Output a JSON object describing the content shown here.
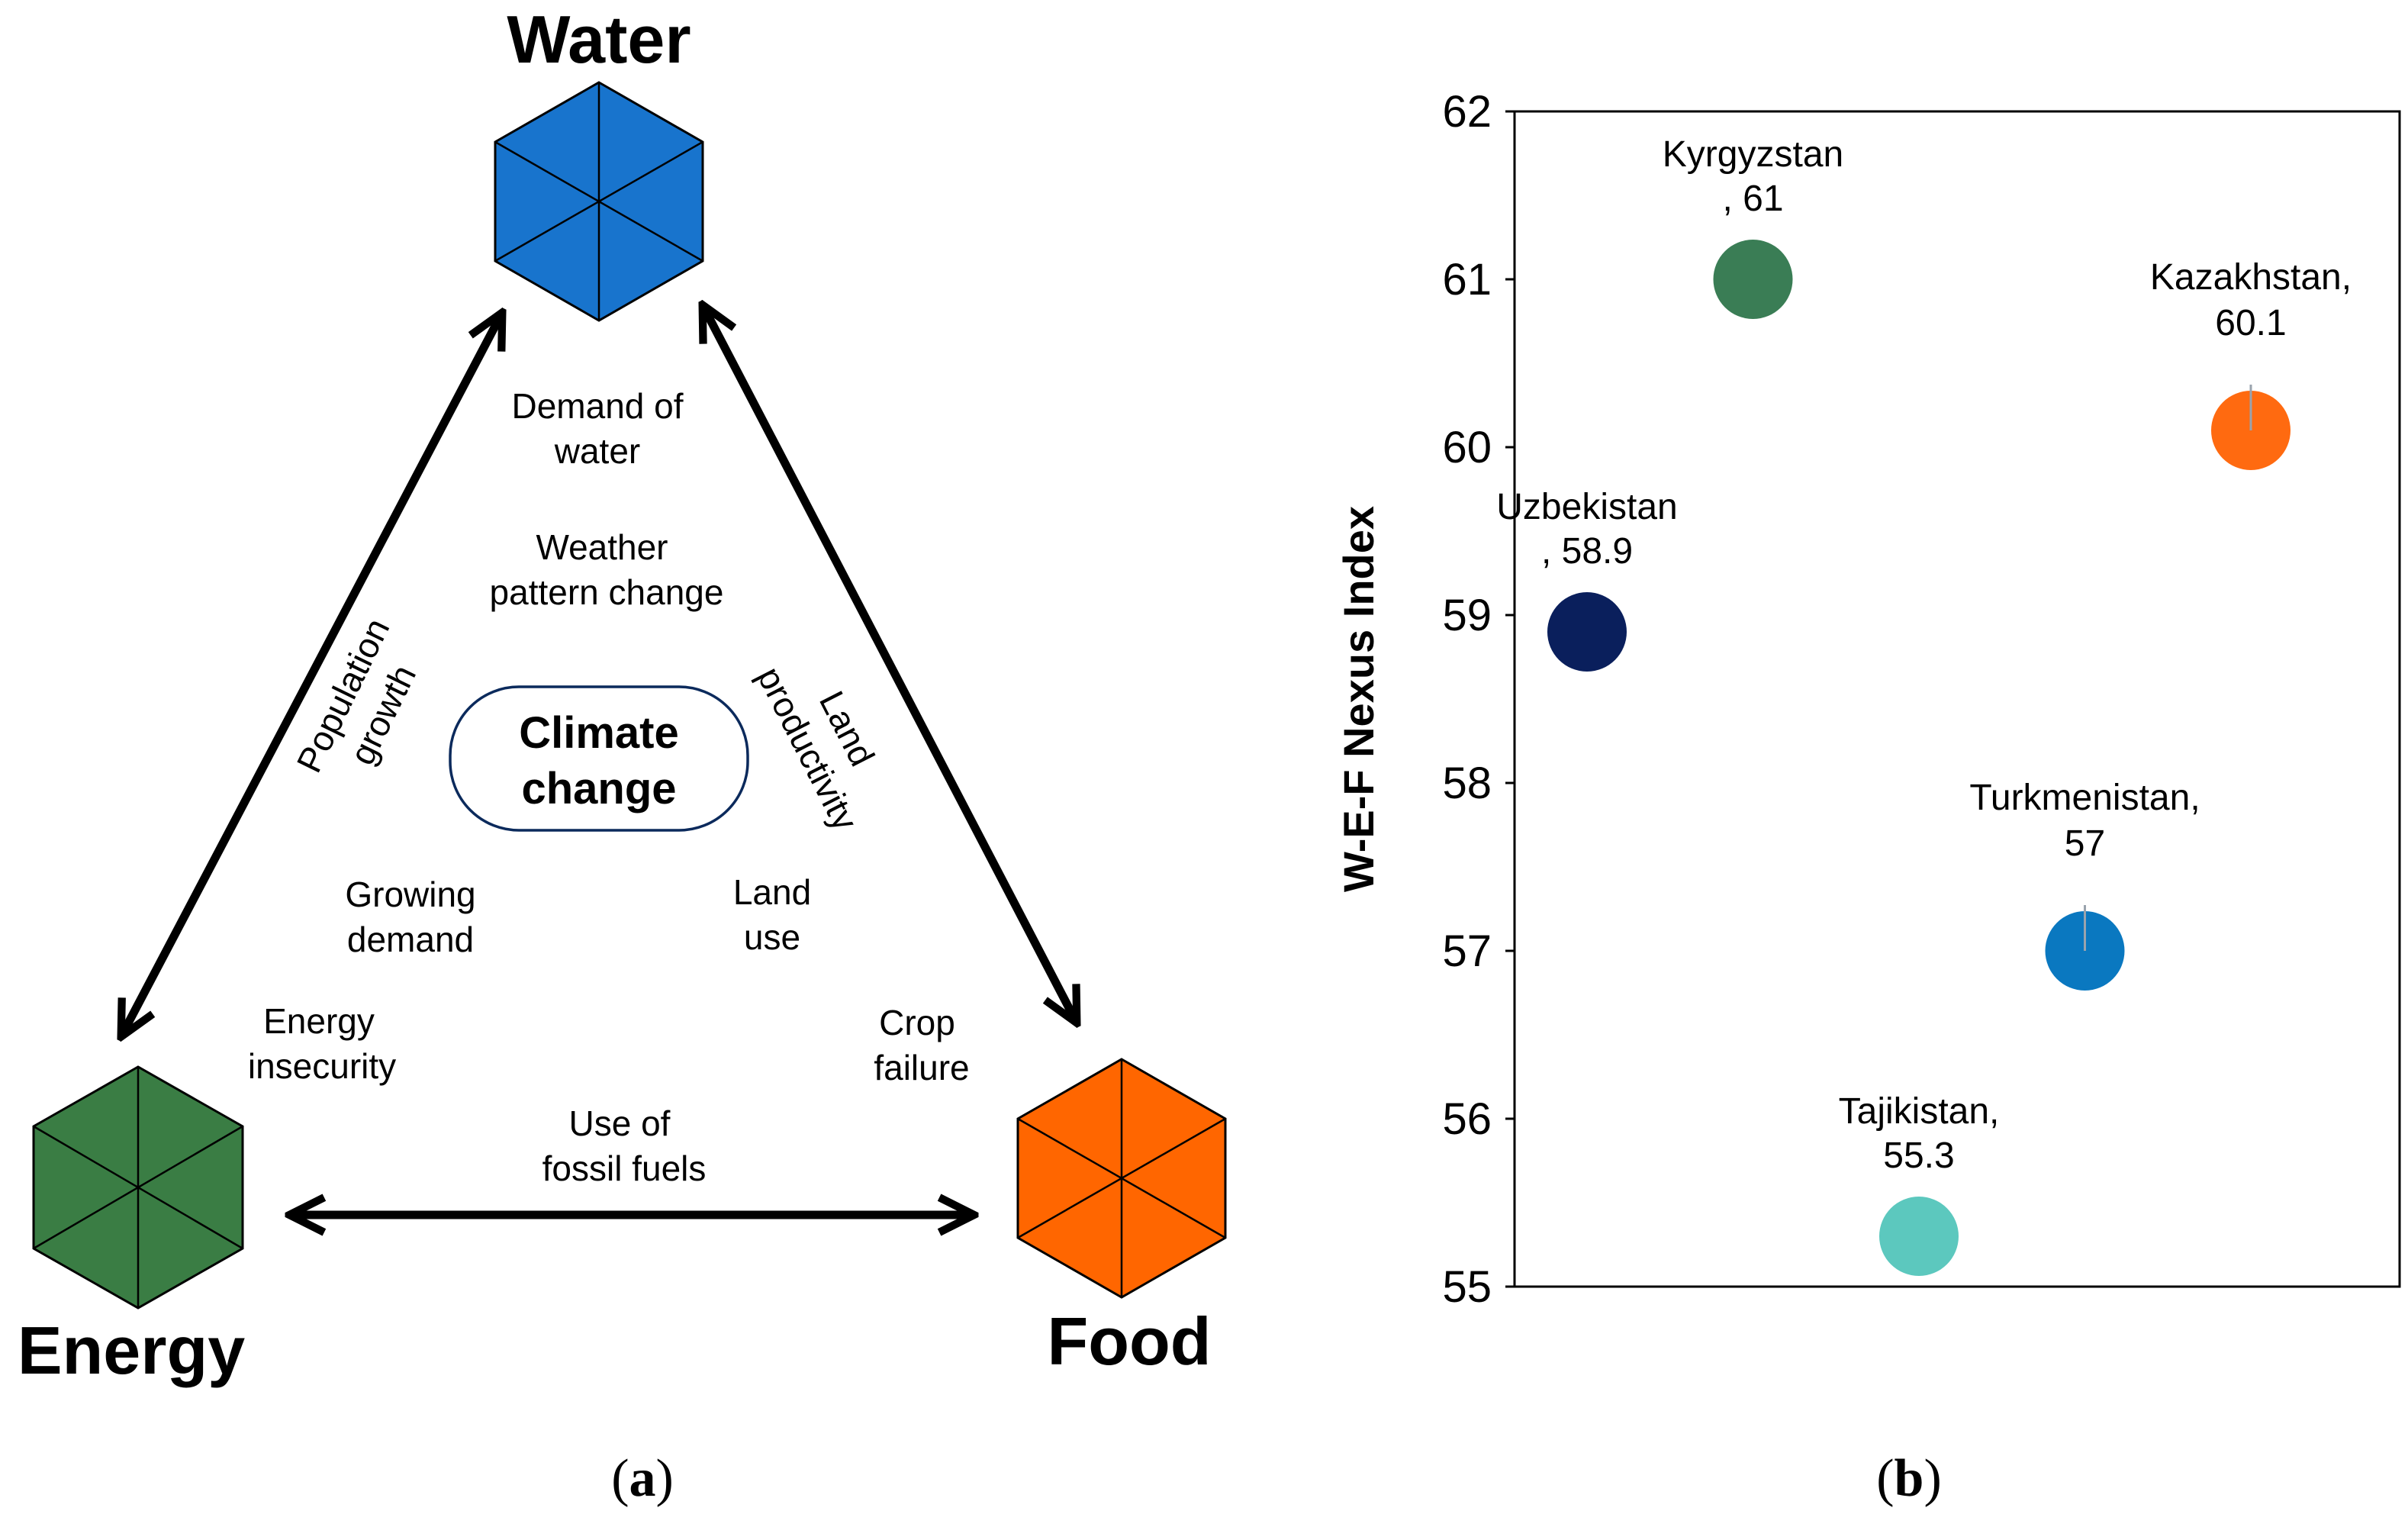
{
  "panel_a": {
    "nodes": {
      "water": {
        "label": "Water",
        "color": "#1874CD"
      },
      "energy": {
        "label": "Energy",
        "color": "#3A7D44"
      },
      "food": {
        "label": "Food",
        "color": "#FF6600"
      }
    },
    "center": {
      "line1": "Climate",
      "line2": "change"
    },
    "labels": {
      "demand_water": [
        "Demand of",
        "water"
      ],
      "weather": [
        "Weather",
        "pattern change"
      ],
      "population": [
        "Population",
        "growth"
      ],
      "land_productivity": [
        "Land",
        "productivity"
      ],
      "growing_demand": [
        "Growing",
        "demand"
      ],
      "land_use": [
        "Land",
        "use"
      ],
      "energy_insecurity": [
        "Energy",
        "insecurity"
      ],
      "crop_failure": [
        "Crop",
        "failure"
      ],
      "fossil_fuels": [
        "Use of",
        "fossil fuels"
      ]
    },
    "caption": {
      "open": "(",
      "letter": "a",
      "close": ")"
    }
  },
  "panel_b": {
    "caption": {
      "open": "(",
      "letter": "b",
      "close": ")"
    }
  },
  "chart_data": {
    "type": "scatter",
    "ylabel": "W-E-F Nexus Index",
    "xlabel": "",
    "ylim": [
      55,
      62
    ],
    "yticks": [
      "55",
      "56",
      "57",
      "58",
      "59",
      "60",
      "61",
      "62"
    ],
    "grid": false,
    "points": [
      {
        "name": "Uzbekistan",
        "label": [
          "Uzbekistan",
          ", 58.9"
        ],
        "x": 1,
        "y": 58.9,
        "color": "#0A1F5C"
      },
      {
        "name": "Kyrgyzstan",
        "label": [
          "Kyrgyzstan",
          ", 61"
        ],
        "x": 2,
        "y": 61.0,
        "color": "#3A7D55"
      },
      {
        "name": "Tajikistan",
        "label": [
          "Tajikistan,",
          "55.3"
        ],
        "x": 3,
        "y": 55.3,
        "color": "#5CC8BE"
      },
      {
        "name": "Turkmenistan",
        "label": [
          "Turkmenistan,",
          "57"
        ],
        "x": 4,
        "y": 57.0,
        "color": "#0A78C0"
      },
      {
        "name": "Kazakhstan",
        "label": [
          "Kazakhstan,",
          "60.1"
        ],
        "x": 5,
        "y": 60.1,
        "color": "#FF6A10"
      }
    ],
    "xlim": [
      0,
      6
    ]
  }
}
